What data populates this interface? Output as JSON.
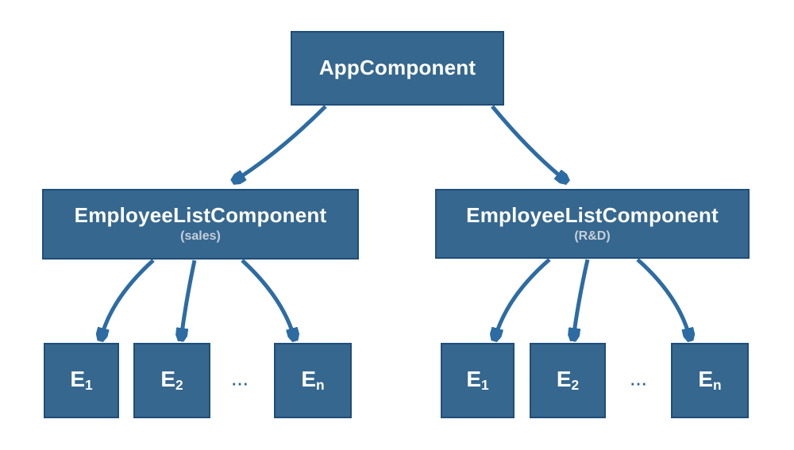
{
  "colors": {
    "box_fill": "#35678f",
    "box_border": "#1f4e79",
    "arrow": "#2d6ca3",
    "title_text": "#ffffff",
    "subtitle_text": "#c6cfd9",
    "ellipsis_text": "#2e6496",
    "background": "#ffffff"
  },
  "root": {
    "label": "AppComponent"
  },
  "left_branch": {
    "label": "EmployeeListComponent",
    "sublabel": "(sales)",
    "ellipsis": "...",
    "children": [
      {
        "base": "E",
        "sub": "1"
      },
      {
        "base": "E",
        "sub": "2"
      },
      {
        "base": "E",
        "sub": "n"
      }
    ]
  },
  "right_branch": {
    "label": "EmployeeListComponent",
    "sublabel": "(R&D)",
    "ellipsis": "...",
    "children": [
      {
        "base": "E",
        "sub": "1"
      },
      {
        "base": "E",
        "sub": "2"
      },
      {
        "base": "E",
        "sub": "n"
      }
    ]
  }
}
